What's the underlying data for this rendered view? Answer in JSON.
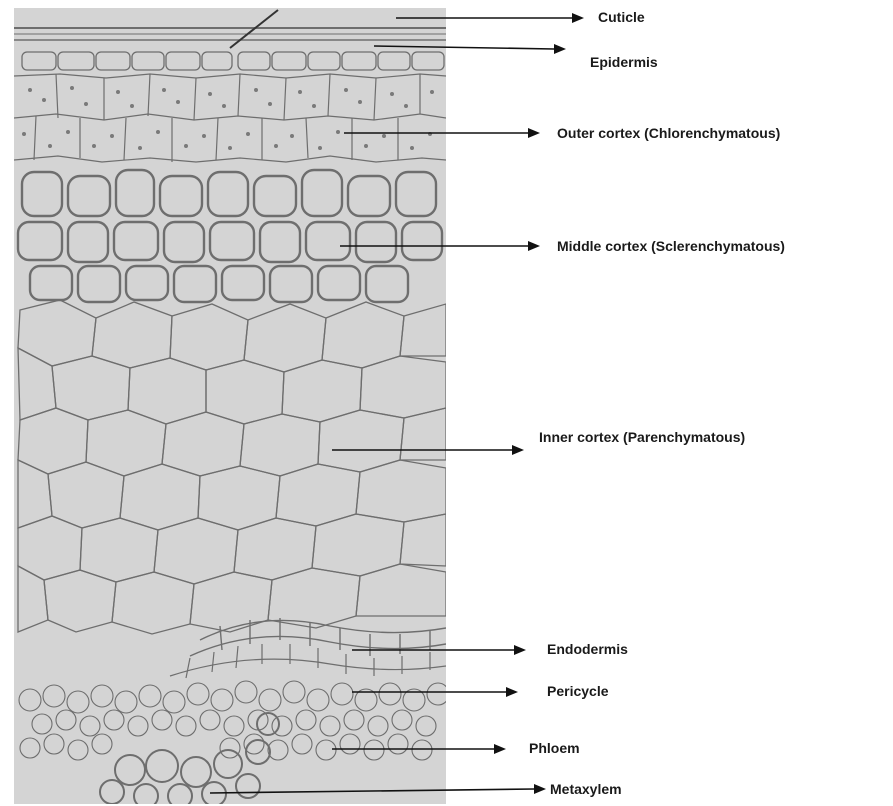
{
  "labels": {
    "cuticle": "Cuticle",
    "epidermis": "Epidermis",
    "outer_cortex": "Outer cortex (Chlorenchymatous)",
    "middle_cortex": "Middle cortex  (Sclerenchymatous)",
    "inner_cortex": "Inner cortex  (Parenchymatous)",
    "endodermis": "Endodermis",
    "pericycle": "Pericycle",
    "phloem": "Phloem",
    "metaxylem": "Metaxylem"
  },
  "colors": {
    "tissue_fill": "#d4d4d4",
    "cell_wall": "#6e6e6e",
    "arrow": "#111111"
  }
}
